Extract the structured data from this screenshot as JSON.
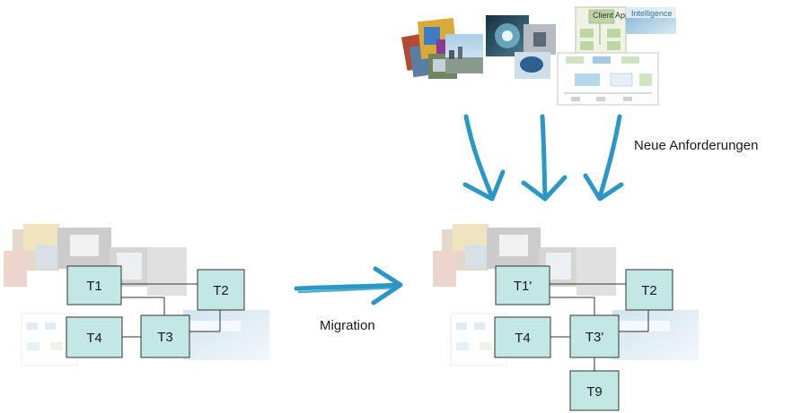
{
  "labels": {
    "migration": "Migration",
    "new_requirements": "Neue Anforderungen"
  },
  "images": {
    "intelligence_banner": "Intelligence",
    "flow_chart_top_box": "Client Application"
  },
  "before_system": {
    "components": {
      "t1": "T1",
      "t2": "T2",
      "t3": "T3",
      "t4": "T4"
    }
  },
  "after_system": {
    "components": {
      "t1": "T1'",
      "t2": "T2",
      "t3": "T3'",
      "t4": "T4",
      "t9": "T9"
    }
  },
  "colors": {
    "box_fill": "#c2e7e5",
    "box_stroke": "#333333",
    "arrow": "#2b97c6",
    "text": "#1a1a1a"
  }
}
